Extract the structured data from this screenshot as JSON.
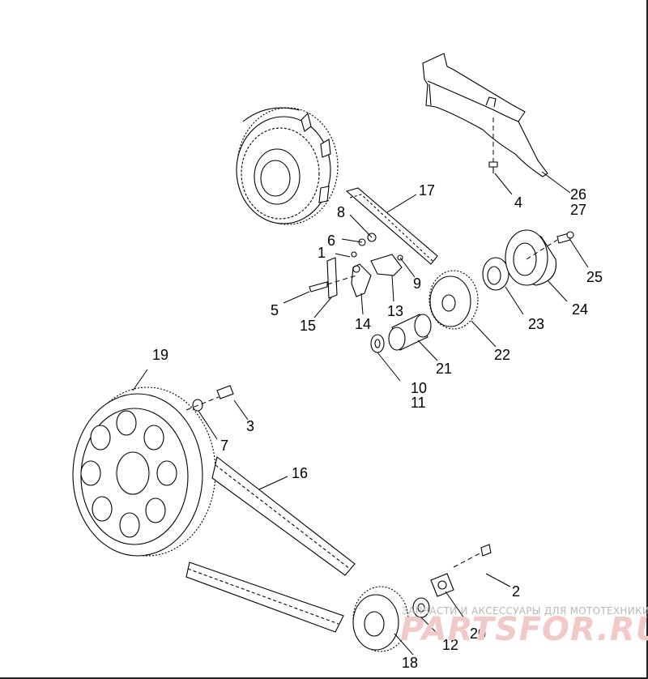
{
  "callouts": [
    {
      "id": "c1",
      "text": "1"
    },
    {
      "id": "c2",
      "text": "2"
    },
    {
      "id": "c3",
      "text": "3"
    },
    {
      "id": "c4",
      "text": "4"
    },
    {
      "id": "c5",
      "text": "5"
    },
    {
      "id": "c6",
      "text": "6"
    },
    {
      "id": "c7",
      "text": "7"
    },
    {
      "id": "c8",
      "text": "8"
    },
    {
      "id": "c9",
      "text": "9"
    },
    {
      "id": "c10",
      "text": "10"
    },
    {
      "id": "c11",
      "text": "11"
    },
    {
      "id": "c12",
      "text": "12"
    },
    {
      "id": "c13",
      "text": "13"
    },
    {
      "id": "c14",
      "text": "14"
    },
    {
      "id": "c15",
      "text": "15"
    },
    {
      "id": "c16",
      "text": "16"
    },
    {
      "id": "c17",
      "text": "17"
    },
    {
      "id": "c18",
      "text": "18"
    },
    {
      "id": "c19",
      "text": "19"
    },
    {
      "id": "c20",
      "text": "20"
    },
    {
      "id": "c21",
      "text": "21"
    },
    {
      "id": "c22",
      "text": "22"
    },
    {
      "id": "c23",
      "text": "23"
    },
    {
      "id": "c24",
      "text": "24"
    },
    {
      "id": "c25",
      "text": "25"
    },
    {
      "id": "c26",
      "text": "26"
    },
    {
      "id": "c27",
      "text": "27"
    }
  ],
  "watermark": {
    "tagline": "ЗАПЧАСТИ И АКСЕССУАРЫ ДЛЯ МОТОТЕХНИКИ",
    "logo": "PARTSFOR.RU"
  }
}
